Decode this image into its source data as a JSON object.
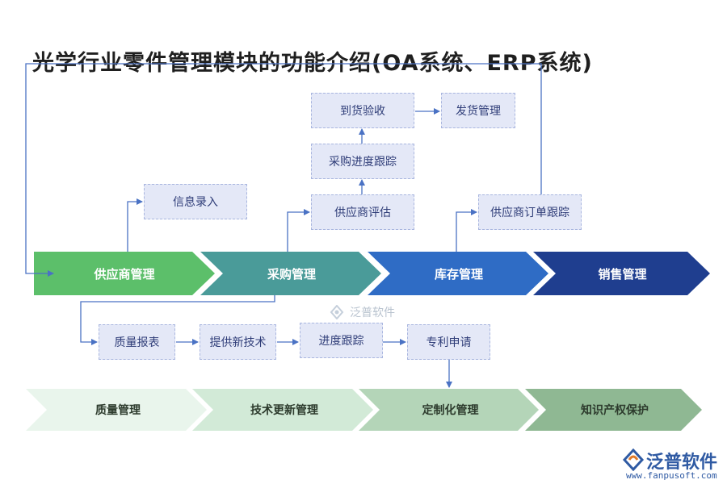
{
  "title": "光学行业零件管理模块的功能介绍(OA系统、ERP系统)",
  "main_flow": [
    "供应商管理",
    "采购管理",
    "库存管理",
    "销售管理"
  ],
  "boxes": {
    "info_entry": "信息录入",
    "supplier_eval": "供应商评估",
    "purchase_progress": "采购进度跟踪",
    "arrival_check": "到货验收",
    "shipping": "发货管理",
    "supplier_order_track": "供应商订单跟踪",
    "quality_report": "质量报表",
    "new_tech": "提供新技术",
    "progress_track": "进度跟踪",
    "patent": "专利申请"
  },
  "lower_flow": [
    "质量管理",
    "技术更新管理",
    "定制化管理",
    "知识产权保护"
  ],
  "watermark": "泛普软件",
  "brand": {
    "name": "泛普软件",
    "url": "www.fanpusoft.com"
  },
  "colors": {
    "green": "#5cbf6a",
    "teal": "#4a9b99",
    "blue": "#2f6cc5",
    "navy": "#1f3e8f",
    "box_bg": "#e4e8f7",
    "connector": "#4a72c4"
  }
}
